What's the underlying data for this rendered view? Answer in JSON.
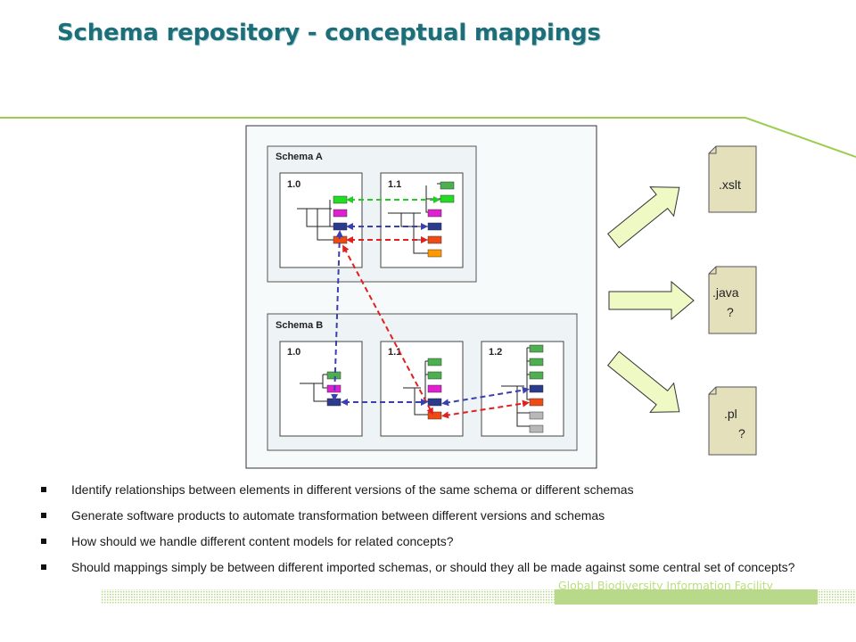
{
  "title": "Schema repository - conceptual mappings",
  "diagram": {
    "schema_a": {
      "label": "Schema A",
      "versions": [
        "1.0",
        "1.1"
      ]
    },
    "schema_b": {
      "label": "Schema B",
      "versions": [
        "1.0",
        "1.1",
        "1.2"
      ]
    },
    "outputs": [
      {
        "label": ".xslt"
      },
      {
        "label": ".java\n?"
      },
      {
        "label": ".pl\n?"
      }
    ],
    "colors": {
      "green": "#4caf50",
      "bright_green": "#22dd22",
      "magenta": "#e020d0",
      "navy": "#2a3a8c",
      "orange_red": "#f04a14",
      "orange": "#ff9900",
      "grey": "#b8b8b8",
      "arrow_fill": "#eef9c4",
      "doc_fill": "#e4e0bc",
      "accent_line": "#9ccc50",
      "dash_green": "#22cc22",
      "dash_blue": "#3a40b0",
      "dash_red": "#e02020"
    }
  },
  "bullets": [
    "Identify relationships between elements in different versions of the same schema or different schemas",
    "Generate software products to automate transformation between different versions and schemas",
    "How should we handle different content models for related concepts?",
    "Should mappings simply be between different imported schemas, or should they all be made against some central set of concepts?"
  ],
  "footer": "Global Biodiversity Information Facility"
}
